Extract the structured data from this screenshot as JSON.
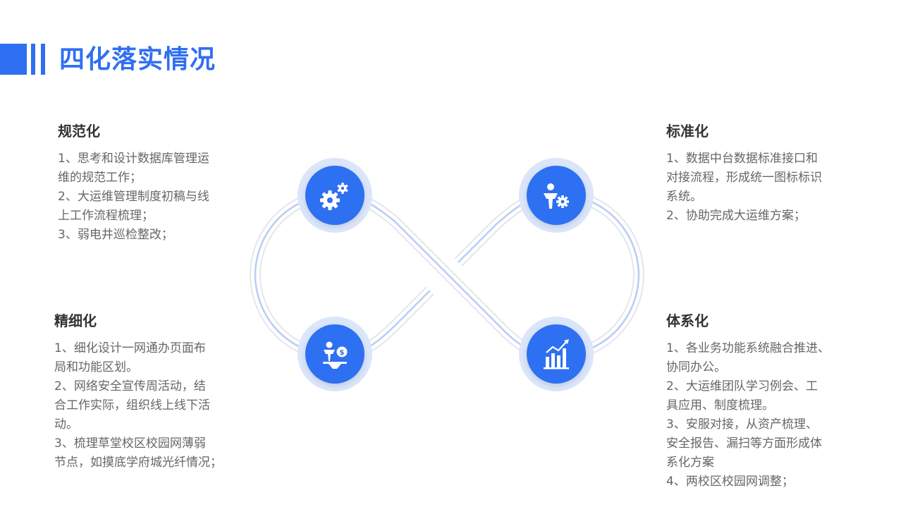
{
  "title": "四化落实情况",
  "accent_color": "#2f6ff2",
  "sections": {
    "top_left": {
      "heading": "规范化",
      "lines": [
        "1、思考和设计数据库管理运",
        "维的规范工作；",
        "2、大运维管理制度初稿与线",
        "上工作流程梳理；",
        "3、弱电井巡检整改；"
      ]
    },
    "bottom_left": {
      "heading": "精细化",
      "lines": [
        "1、细化设计一网通办页面布",
        "局和功能区划。",
        "2、网络安全宣传周活动，结",
        "合工作实际，组织线上线下活",
        "动。",
        "3、梳理草堂校区校园网薄弱",
        "节点，如摸底学府城光纤情况；"
      ]
    },
    "top_right": {
      "heading": "标准化",
      "lines": [
        "1、数据中台数据标准接口和",
        "对接流程，形成统一图标标识",
        "系统。",
        "2、协助完成大运维方案；"
      ]
    },
    "bottom_right": {
      "heading": "体系化",
      "lines": [
        "1、各业务功能系统融合推进、",
        "协同办公。",
        "2、大运维团队学习例会、工",
        "具应用、制度梳理。",
        "3、安服对接，从资产梳理、",
        "安全报告、漏扫等方面形成体",
        "系化方案",
        "4、两校区校园网调整；"
      ]
    }
  },
  "icons": [
    "gears-icon",
    "person-gear-icon",
    "person-coin-icon",
    "growth-chart-icon"
  ]
}
